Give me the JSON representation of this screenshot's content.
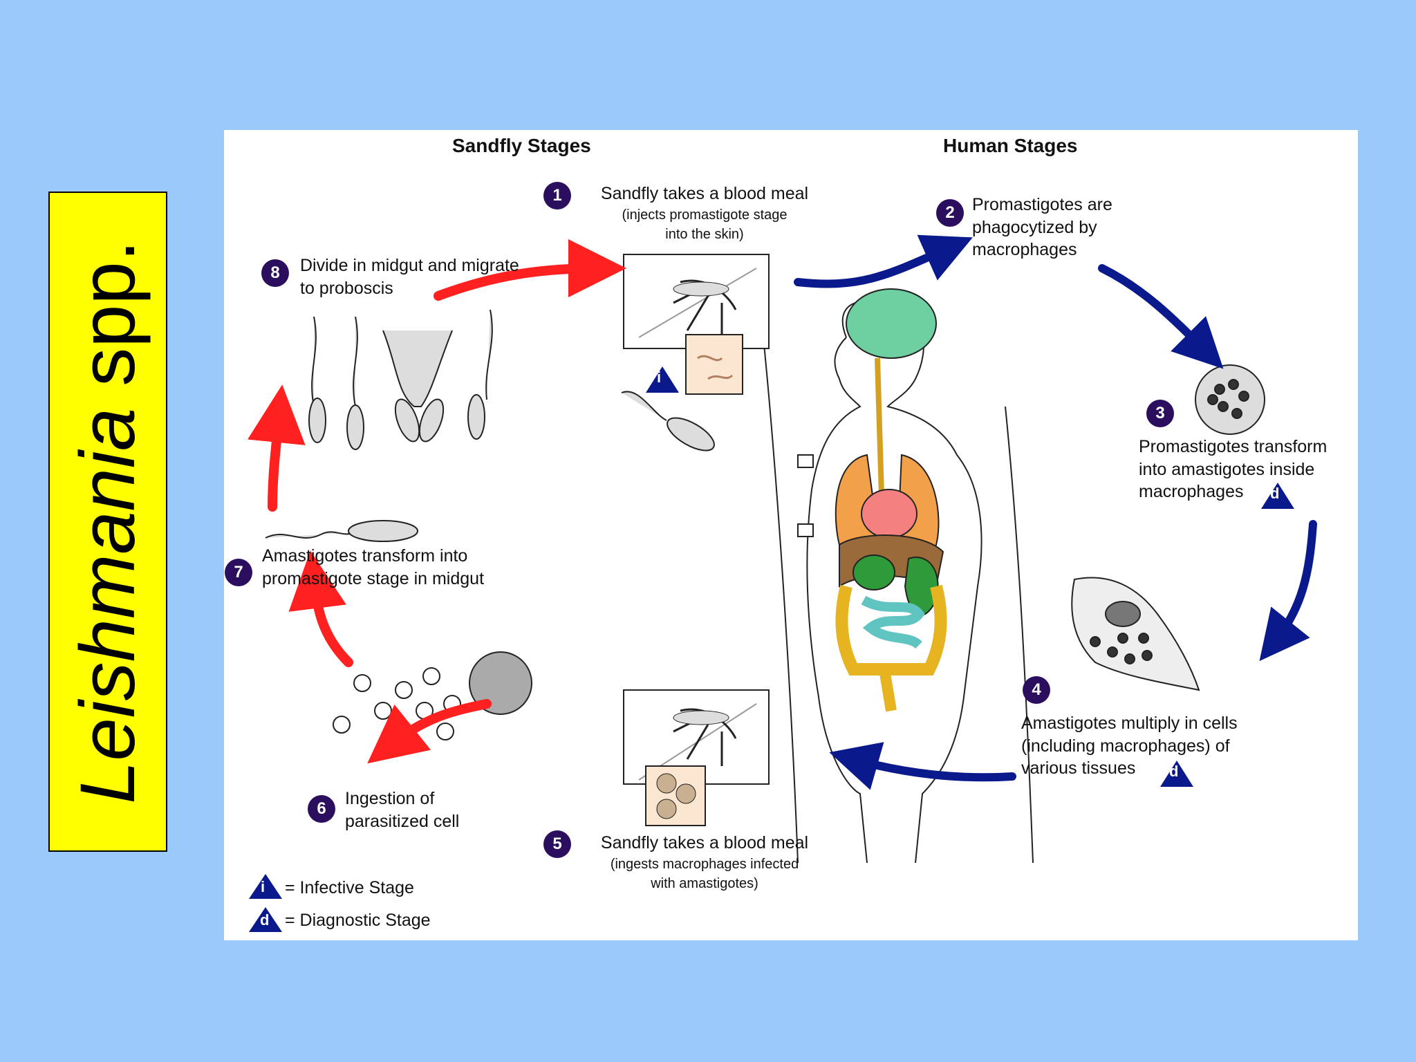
{
  "title": {
    "genus": "Leishmania",
    "rest": " spp."
  },
  "headers": {
    "sandfly": "Sandfly Stages",
    "human": "Human Stages"
  },
  "steps": [
    {
      "num": "1",
      "label": "Sandfly takes a blood meal",
      "sub": "(injects promastigote stage into the skin)"
    },
    {
      "num": "2",
      "label": "Promastigotes are phagocytized by macrophages"
    },
    {
      "num": "3",
      "label": "Promastigotes transform into amastigotes inside macrophages"
    },
    {
      "num": "4",
      "label": "Amastigotes multiply in cells (including macrophages) of various tissues"
    },
    {
      "num": "5",
      "label": "Sandfly takes a blood meal",
      "sub": "(ingests macrophages infected with amastigotes)"
    },
    {
      "num": "6",
      "label": "Ingestion of parasitized cell"
    },
    {
      "num": "7",
      "label": "Amastigotes transform into promastigote stage in midgut"
    },
    {
      "num": "8",
      "label": "Divide in midgut and migrate to proboscis"
    }
  ],
  "legend": {
    "infective_symbol": "i",
    "infective_label": "= Infective Stage",
    "diagnostic_symbol": "d",
    "diagnostic_label": "= Diagnostic Stage"
  },
  "colors": {
    "background": "#9cc9fc",
    "title_box": "#ffff00",
    "sandfly_arrow": "#ff2020",
    "human_arrow": "#0a1a8c",
    "badge": "#2b0f5e"
  }
}
